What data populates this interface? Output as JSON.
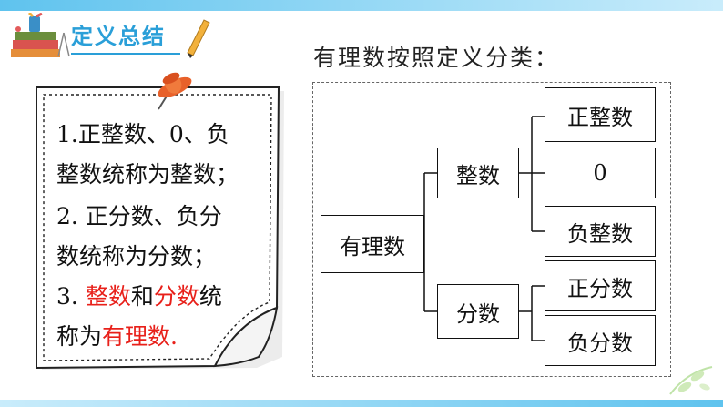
{
  "header": {
    "title": "定义总结"
  },
  "subtitle": "有理数按照定义分类：",
  "note": {
    "lines": [
      [
        {
          "text": "1.正整数、0、负",
          "highlight": false
        }
      ],
      [
        {
          "text": "整数统称为整数；",
          "highlight": false
        }
      ],
      [
        {
          "text": "2. 正分数、负分",
          "highlight": false
        }
      ],
      [
        {
          "text": "数统称为分数；",
          "highlight": false
        }
      ],
      [
        {
          "text": "3. ",
          "highlight": false
        },
        {
          "text": "整数",
          "highlight": true
        },
        {
          "text": "和",
          "highlight": false
        },
        {
          "text": "分数",
          "highlight": true
        },
        {
          "text": "统",
          "highlight": false
        }
      ],
      [
        {
          "text": "称为",
          "highlight": false
        },
        {
          "text": "有理数",
          "highlight": true
        },
        {
          "text": ".",
          "highlight": true
        }
      ]
    ]
  },
  "tree": {
    "root": "有理数",
    "integer": "整数",
    "fraction": "分数",
    "positive_integer": "正整数",
    "zero": "0",
    "negative_integer": "负整数",
    "positive_fraction": "正分数",
    "negative_fraction": "负分数"
  },
  "colors": {
    "accent": "#2a9fd8",
    "highlight": "#e8201a",
    "text": "#111111"
  }
}
